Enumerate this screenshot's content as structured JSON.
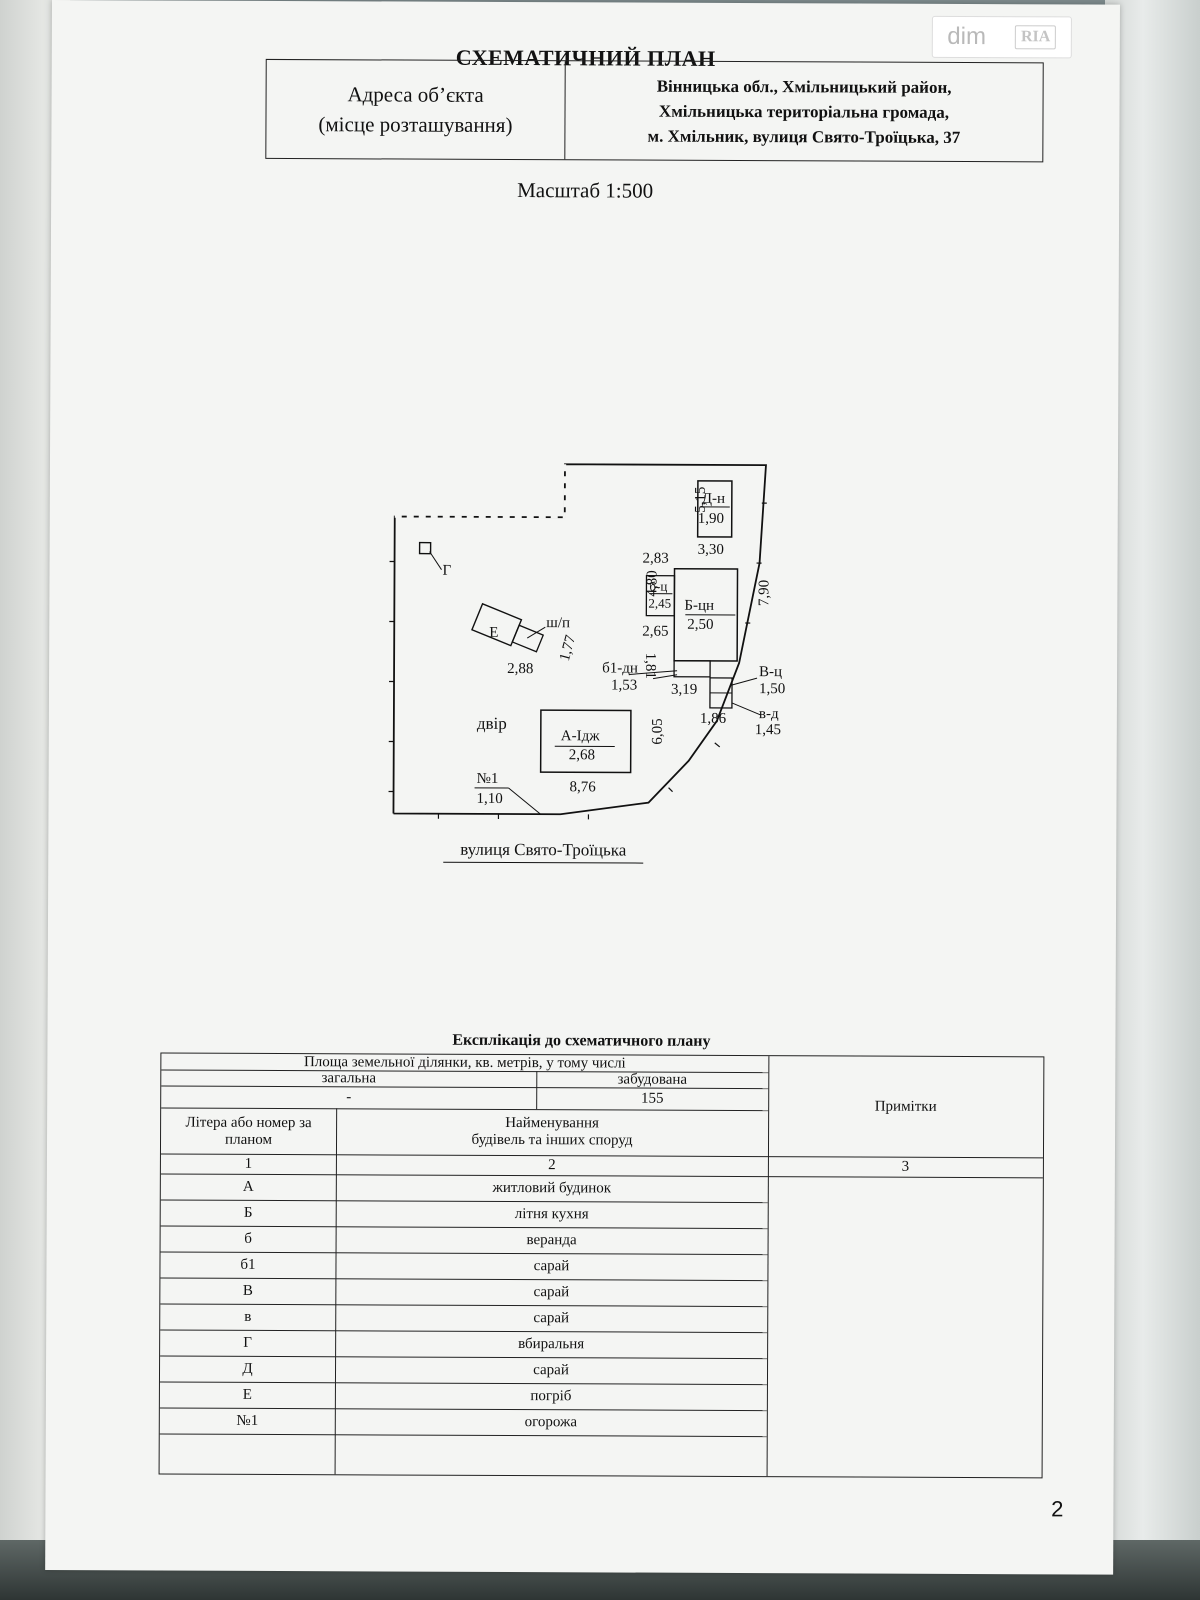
{
  "watermark": {
    "brand": "dim",
    "mark": "RIA"
  },
  "document": {
    "title": "СХЕМАТИЧНИЙ ПЛАН",
    "address_label_line1": "Адреса об’єкта",
    "address_label_line2": "(місце розташування)",
    "address_line1": "Вінницька обл., Хмільницький район,",
    "address_line2": "Хмільницька територіальна громада,",
    "address_line3": "м. Хмільник,  вулиця Свято-Троїцька, 37",
    "scale": "Масштаб 1:500",
    "page_number": "2"
  },
  "plan": {
    "street": "вулиця Свято-Троїцька",
    "yard": "двір",
    "labels": {
      "d": "Д-н",
      "d_w": "1,90",
      "d_h": "5,15",
      "d_l": "3,30",
      "g": "Г",
      "b_top": "2,83",
      "b_small": "б-ц",
      "b_small_w": "2,45",
      "b_h": "4,80",
      "b_small_b": "2,65",
      "b_main": "Б-цн",
      "b_main_w": "2,50",
      "b_right": "7,90",
      "b_low": "1,81",
      "e": "Е",
      "shp": "ш/п",
      "e_w": "2,88",
      "e_h": "1,77",
      "b1": "б1-дн",
      "b1_w": "1,53",
      "v_dim": "3,19",
      "v": "В-ц",
      "v_w": "1,50",
      "v_b": "1,86",
      "vd": "в-д",
      "vd_w": "1,45",
      "a": "А-Iдж",
      "a_w": "2,68",
      "a_h": "6,05",
      "a_l": "8,76",
      "n1": "№1",
      "n1_w": "1,10"
    }
  },
  "explication": {
    "title": "Експлікація до схематичного плану",
    "area_header": "Площа земельної ділянки, кв. метрів, у тому числі",
    "total": "загальна",
    "built": "забудована",
    "total_value": "-",
    "built_value": "155",
    "notes": "Примітки",
    "col_letter": "Літера або номер за планом",
    "col_name_line1": "Найменування",
    "col_name_line2": "будівель та інших споруд",
    "num1": "1",
    "num2": "2",
    "num3": "3",
    "rows": [
      {
        "letter": "А",
        "name": "житловий будинок"
      },
      {
        "letter": "Б",
        "name": "літня кухня"
      },
      {
        "letter": "б",
        "name": "веранда"
      },
      {
        "letter": "б1",
        "name": "сарай"
      },
      {
        "letter": "В",
        "name": "сарай"
      },
      {
        "letter": "в",
        "name": "сарай"
      },
      {
        "letter": "Г",
        "name": "вбиральня"
      },
      {
        "letter": "Д",
        "name": "сарай"
      },
      {
        "letter": "Е",
        "name": "погріб"
      },
      {
        "letter": "№1",
        "name": "огорожа"
      }
    ]
  }
}
